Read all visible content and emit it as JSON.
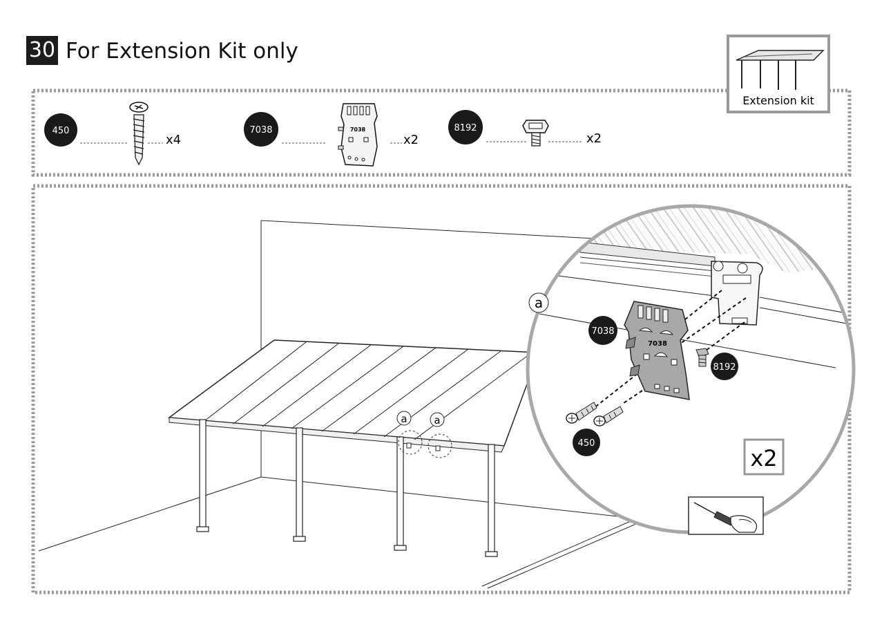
{
  "step": {
    "number": "30",
    "title": "For Extension Kit only"
  },
  "kit_badge": {
    "label": "Extension kit"
  },
  "parts": [
    {
      "id": "450",
      "qty": "x4",
      "icon": "screw-icon"
    },
    {
      "id": "7038",
      "qty": "x2",
      "icon": "bracket-icon"
    },
    {
      "id": "8192",
      "qty": "x2",
      "icon": "bolt-icon"
    }
  ],
  "detail": {
    "point_label": "a",
    "callout_7038": "7038",
    "callout_8192": "8192",
    "callout_450": "450",
    "multiplier": "x2",
    "bracket_text": "7038",
    "tool_icon": "screwdriver-icon"
  },
  "overview": {
    "point_labels": [
      "a",
      "a"
    ]
  }
}
